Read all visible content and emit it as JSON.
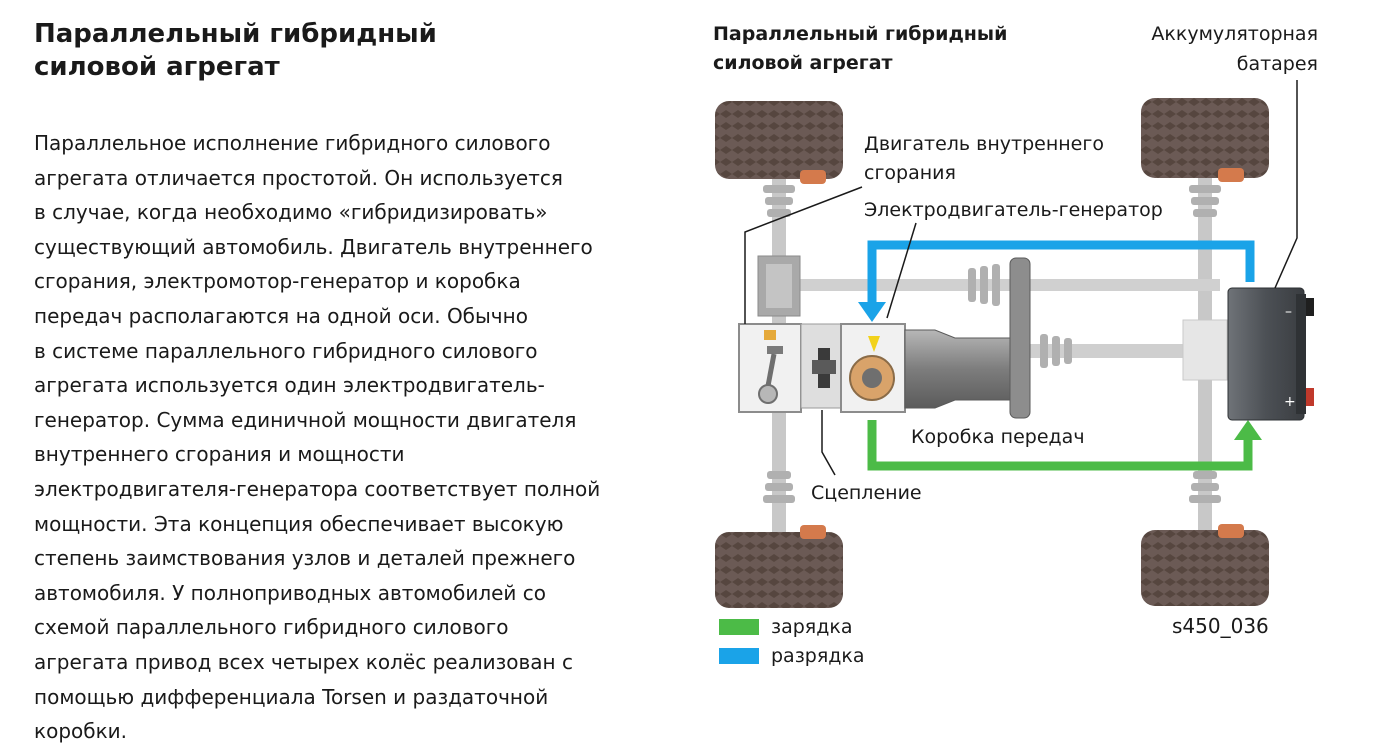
{
  "left_panel": {
    "title_lines": [
      "Параллельный гибридный",
      "силовой агрегат"
    ],
    "paragraph_lines": [
      "Параллельное исполнение гибридного силового",
      "агрегата отличается простотой. Он используется",
      "в случае, когда необходимо «гибридизировать»",
      "существующий автомобиль. Двигатель внутреннего",
      "сгорания, электромотор-генератор и коробка",
      "передач располагаются на одной оси. Обычно",
      "в системе параллельного гибридного силового",
      "агрегата используется один электродвигатель-",
      "генератор. Сумма единичной мощности двигателя",
      "внутреннего сгорания и мощности",
      "электродвигателя-генератора соответствует полной",
      "мощности. Эта концепция обеспечивает высокую",
      "степень  заимствования узлов и деталей прежнего",
      "автомобиля. У полноприводных автомобилей со",
      "схемой параллельного гибридного силового",
      "агрегата привод всех четырех колёс реализован с",
      "помощью дифференциала Torsen и раздаточной",
      "коробки."
    ]
  },
  "diagram": {
    "title_lines": [
      "Параллельный гибридный",
      "силовой агрегат"
    ],
    "labels": {
      "battery": [
        "Аккумуляторная",
        "батарея"
      ],
      "engine": [
        "Двигатель внутреннего",
        "сгорания"
      ],
      "motor_generator": "Электродвигатель-генератор",
      "gearbox": "Коробка передач",
      "clutch": "Сцепление"
    },
    "battery_terminals": {
      "negative": "–",
      "positive": "+"
    },
    "legend": [
      {
        "label": "зарядка",
        "color": "#4cbb47"
      },
      {
        "label": "разрядка",
        "color": "#1aa3e8"
      }
    ],
    "figure_code": "s450_036"
  }
}
